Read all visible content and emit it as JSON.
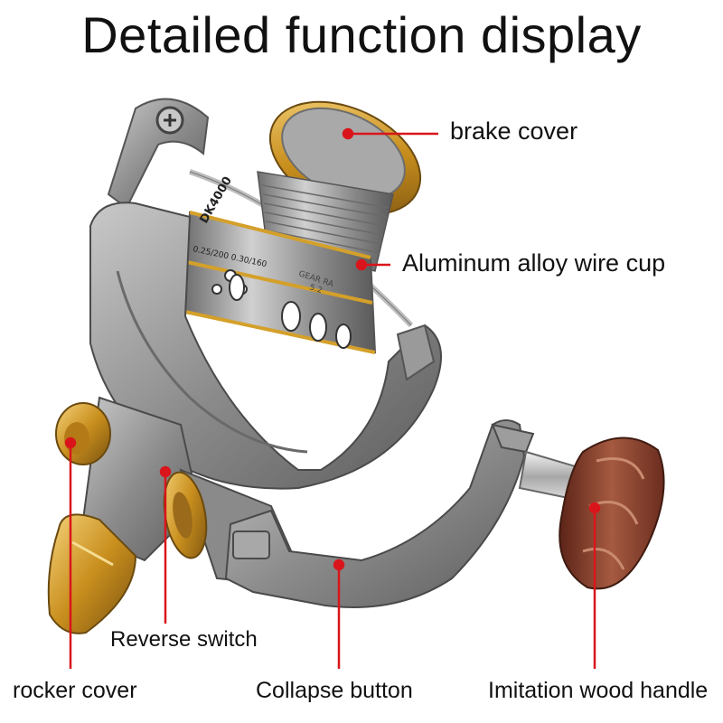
{
  "title": "Detailed function display",
  "engraving": {
    "model": "DK4000",
    "specs": "0.25/200 0.30/160",
    "gear_ratio_label": "GEAR RA",
    "gear_ratio_value": "5.2"
  },
  "labels": {
    "brake_cover": "brake cover",
    "wire_cup": "Aluminum alloy wire cup",
    "reverse_switch": "Reverse switch",
    "rocker_cover": "rocker cover",
    "collapse_button": "Collapse button",
    "wood_handle": "Imitation wood handle"
  },
  "colors": {
    "leader_line": "#d9151b",
    "metal": "#8e8e8e",
    "gold": "#d4a02a",
    "wood": "#8b3e2c"
  }
}
